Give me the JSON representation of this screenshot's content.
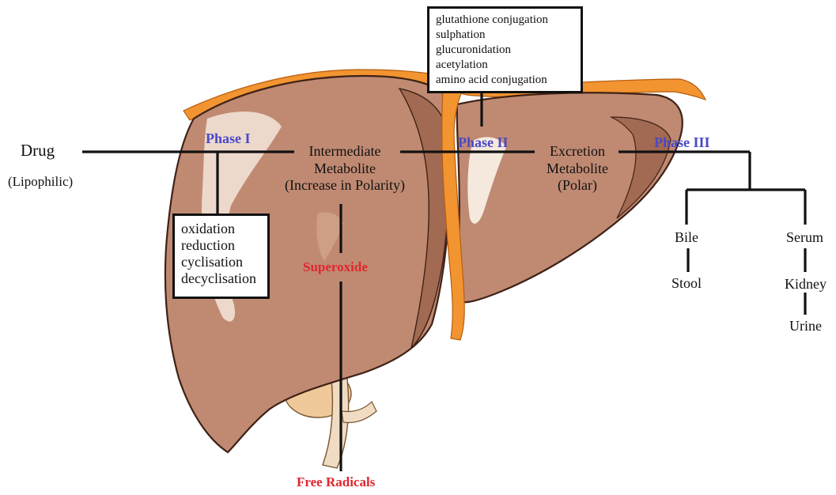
{
  "drug": {
    "label": "Drug",
    "sublabel": "(Lipophilic)"
  },
  "phases": {
    "phase1": "Phase I",
    "phase2": "Phase II",
    "phase3": "Phase III"
  },
  "intermediate": {
    "line1": "Intermediate",
    "line2": "Metabolite",
    "line3": "(Increase in Polarity)"
  },
  "excretion": {
    "line1": "Excretion",
    "line2": "Metabolite",
    "line3": "(Polar)"
  },
  "phase1_reactions": [
    "oxidation",
    "reduction",
    "cyclisation",
    "decyclisation"
  ],
  "phase2_reactions": [
    "glutathione conjugation",
    "sulphation",
    "glucuronidation",
    "acetylation",
    "amino acid conjugation"
  ],
  "byproducts": {
    "superoxide": "Superoxide",
    "free_radicals": "Free Radicals"
  },
  "excretion_routes": {
    "left": [
      "Bile",
      "Stool"
    ],
    "right": [
      "Serum",
      "Kidney",
      "Urine"
    ]
  },
  "colors": {
    "liver_fill": "#c08a72",
    "liver_dark": "#a26a52",
    "liver_outline": "#3f2217",
    "membrane": "#f08c24",
    "phase_label": "#4949c8",
    "radical_label": "#e0262e"
  }
}
